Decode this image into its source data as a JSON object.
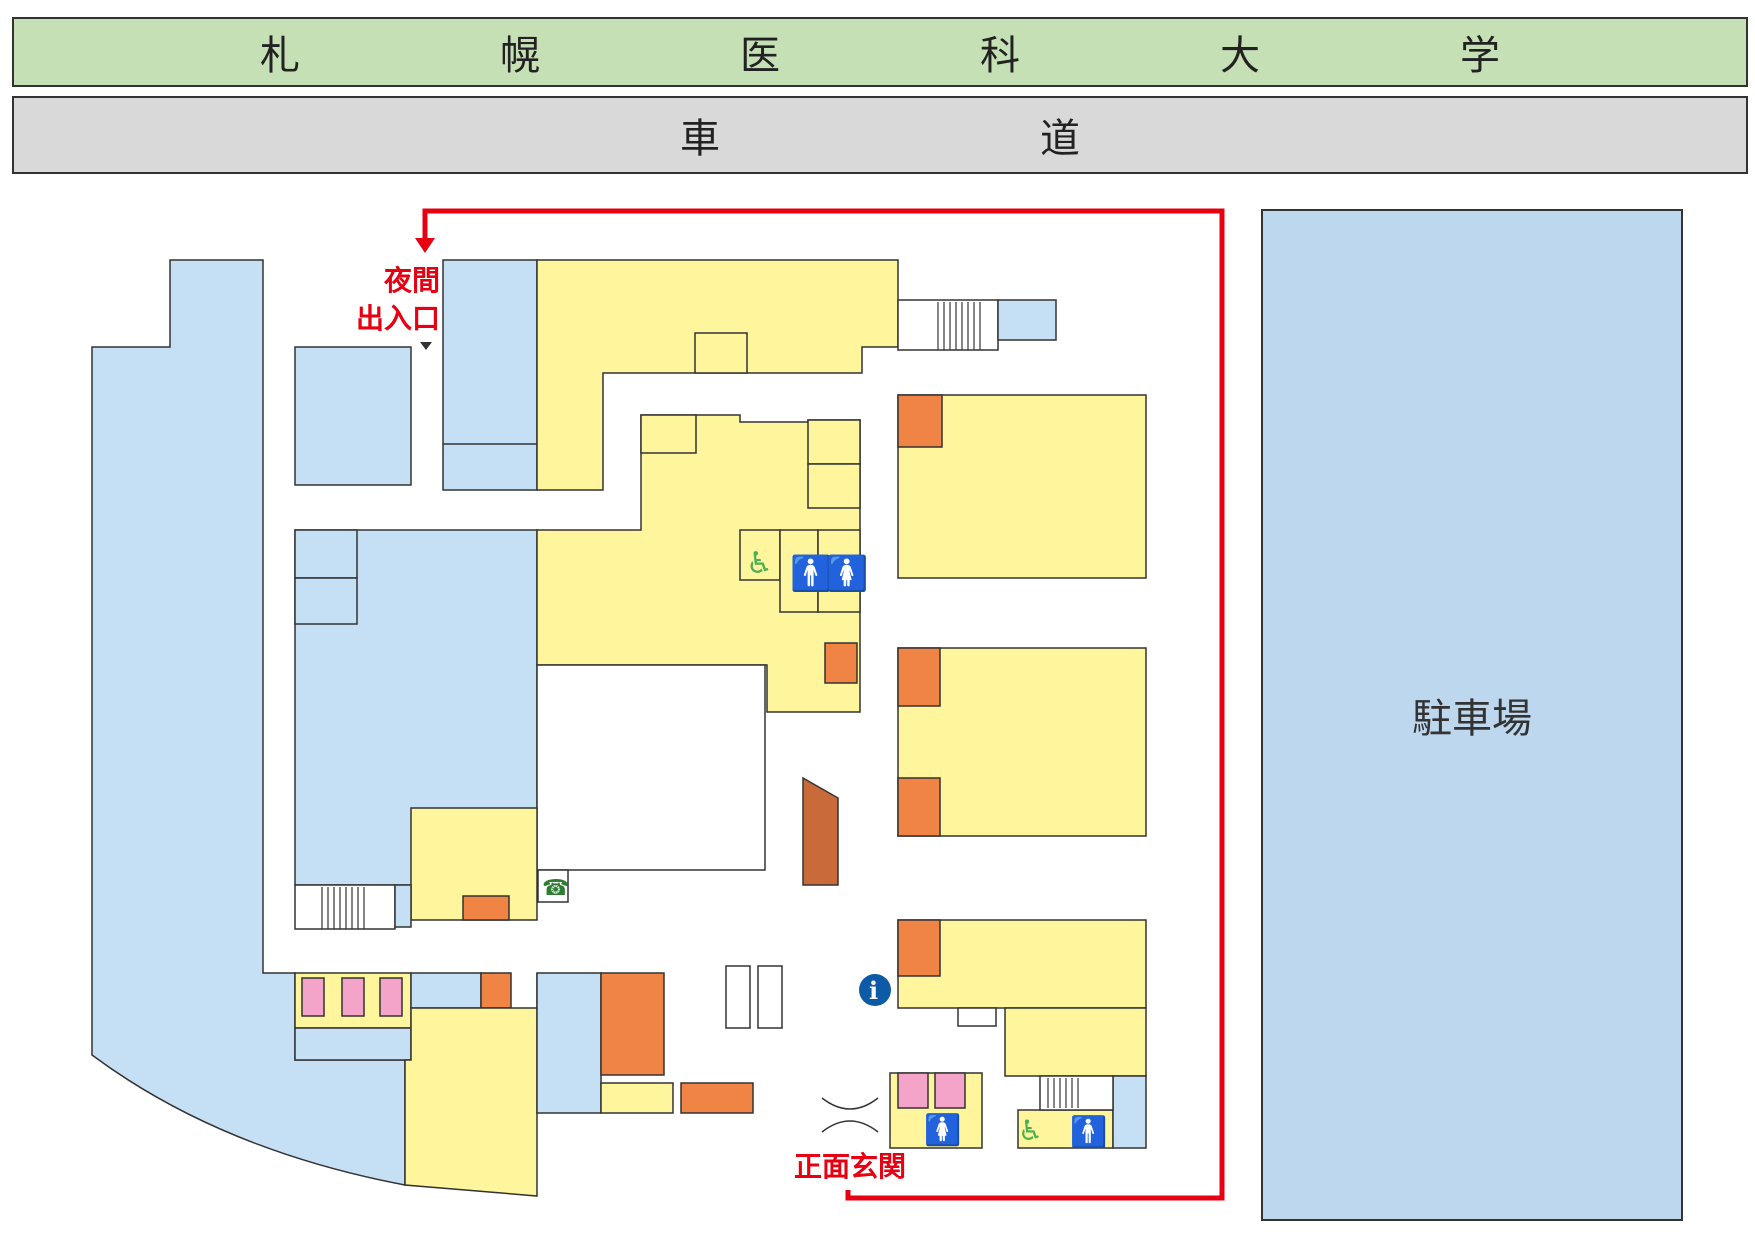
{
  "header": {
    "university": "札　幌　医　科　大　学",
    "road": "車　　道"
  },
  "labels": {
    "night_entrance": "夜間\n出入口",
    "main_entrance": "正面玄関",
    "parking": "駐車場"
  },
  "colors": {
    "university_band": "#c5e0b4",
    "road_band": "#d9d9d9",
    "room_blue": "#c5e0f4",
    "room_yellow": "#fff59d",
    "room_orange": "#f08444",
    "room_pink": "#f3a4c8",
    "route_red": "#e60012",
    "parking_blue": "#bdd7ee"
  },
  "icons": [
    "wheelchair-toilet-icon",
    "mens-toilet-icon",
    "womens-toilet-icon",
    "telephone-icon",
    "information-icon",
    "coin-locker-icon",
    "stairs-icon",
    "escalator-icon"
  ]
}
